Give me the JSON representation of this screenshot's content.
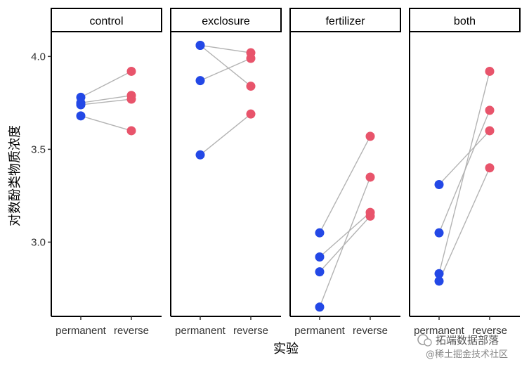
{
  "chart_data": {
    "type": "line",
    "title": "",
    "xlabel": "实验",
    "ylabel": "对数酚类物质浓度",
    "categories": [
      "permanent",
      "reverse"
    ],
    "ylim": [
      2.6,
      4.13
    ],
    "yticks": [
      3.0,
      3.5,
      4.0
    ],
    "ytick_labels": [
      "3.0",
      "3.5",
      "4.0"
    ],
    "grid": false,
    "legend": "none",
    "colors": {
      "permanent": "#2348e6",
      "reverse": "#e8546b",
      "line": "#b3b3b3",
      "frame": "#000000"
    },
    "panels": [
      {
        "label": "control",
        "pairs": [
          {
            "permanent": 3.78,
            "reverse": 3.92
          },
          {
            "permanent": 3.75,
            "reverse": 3.79
          },
          {
            "permanent": 3.74,
            "reverse": 3.77
          },
          {
            "permanent": 3.68,
            "reverse": 3.6
          }
        ]
      },
      {
        "label": "exclosure",
        "pairs": [
          {
            "permanent": 4.06,
            "reverse": 4.02
          },
          {
            "permanent": 4.06,
            "reverse": 3.84
          },
          {
            "permanent": 3.87,
            "reverse": 3.99
          },
          {
            "permanent": 3.47,
            "reverse": 3.69
          }
        ]
      },
      {
        "label": "fertilizer",
        "pairs": [
          {
            "permanent": 3.05,
            "reverse": 3.57
          },
          {
            "permanent": 2.92,
            "reverse": 3.16
          },
          {
            "permanent": 2.84,
            "reverse": 3.14
          },
          {
            "permanent": 2.65,
            "reverse": 3.35
          }
        ]
      },
      {
        "label": "both",
        "pairs": [
          {
            "permanent": 3.31,
            "reverse": 3.6
          },
          {
            "permanent": 3.05,
            "reverse": 3.71
          },
          {
            "permanent": 2.83,
            "reverse": 3.92
          },
          {
            "permanent": 2.79,
            "reverse": 3.4
          }
        ]
      }
    ]
  },
  "watermark": {
    "main": "拓端数据部落",
    "sub": "@稀土掘金技术社区"
  }
}
